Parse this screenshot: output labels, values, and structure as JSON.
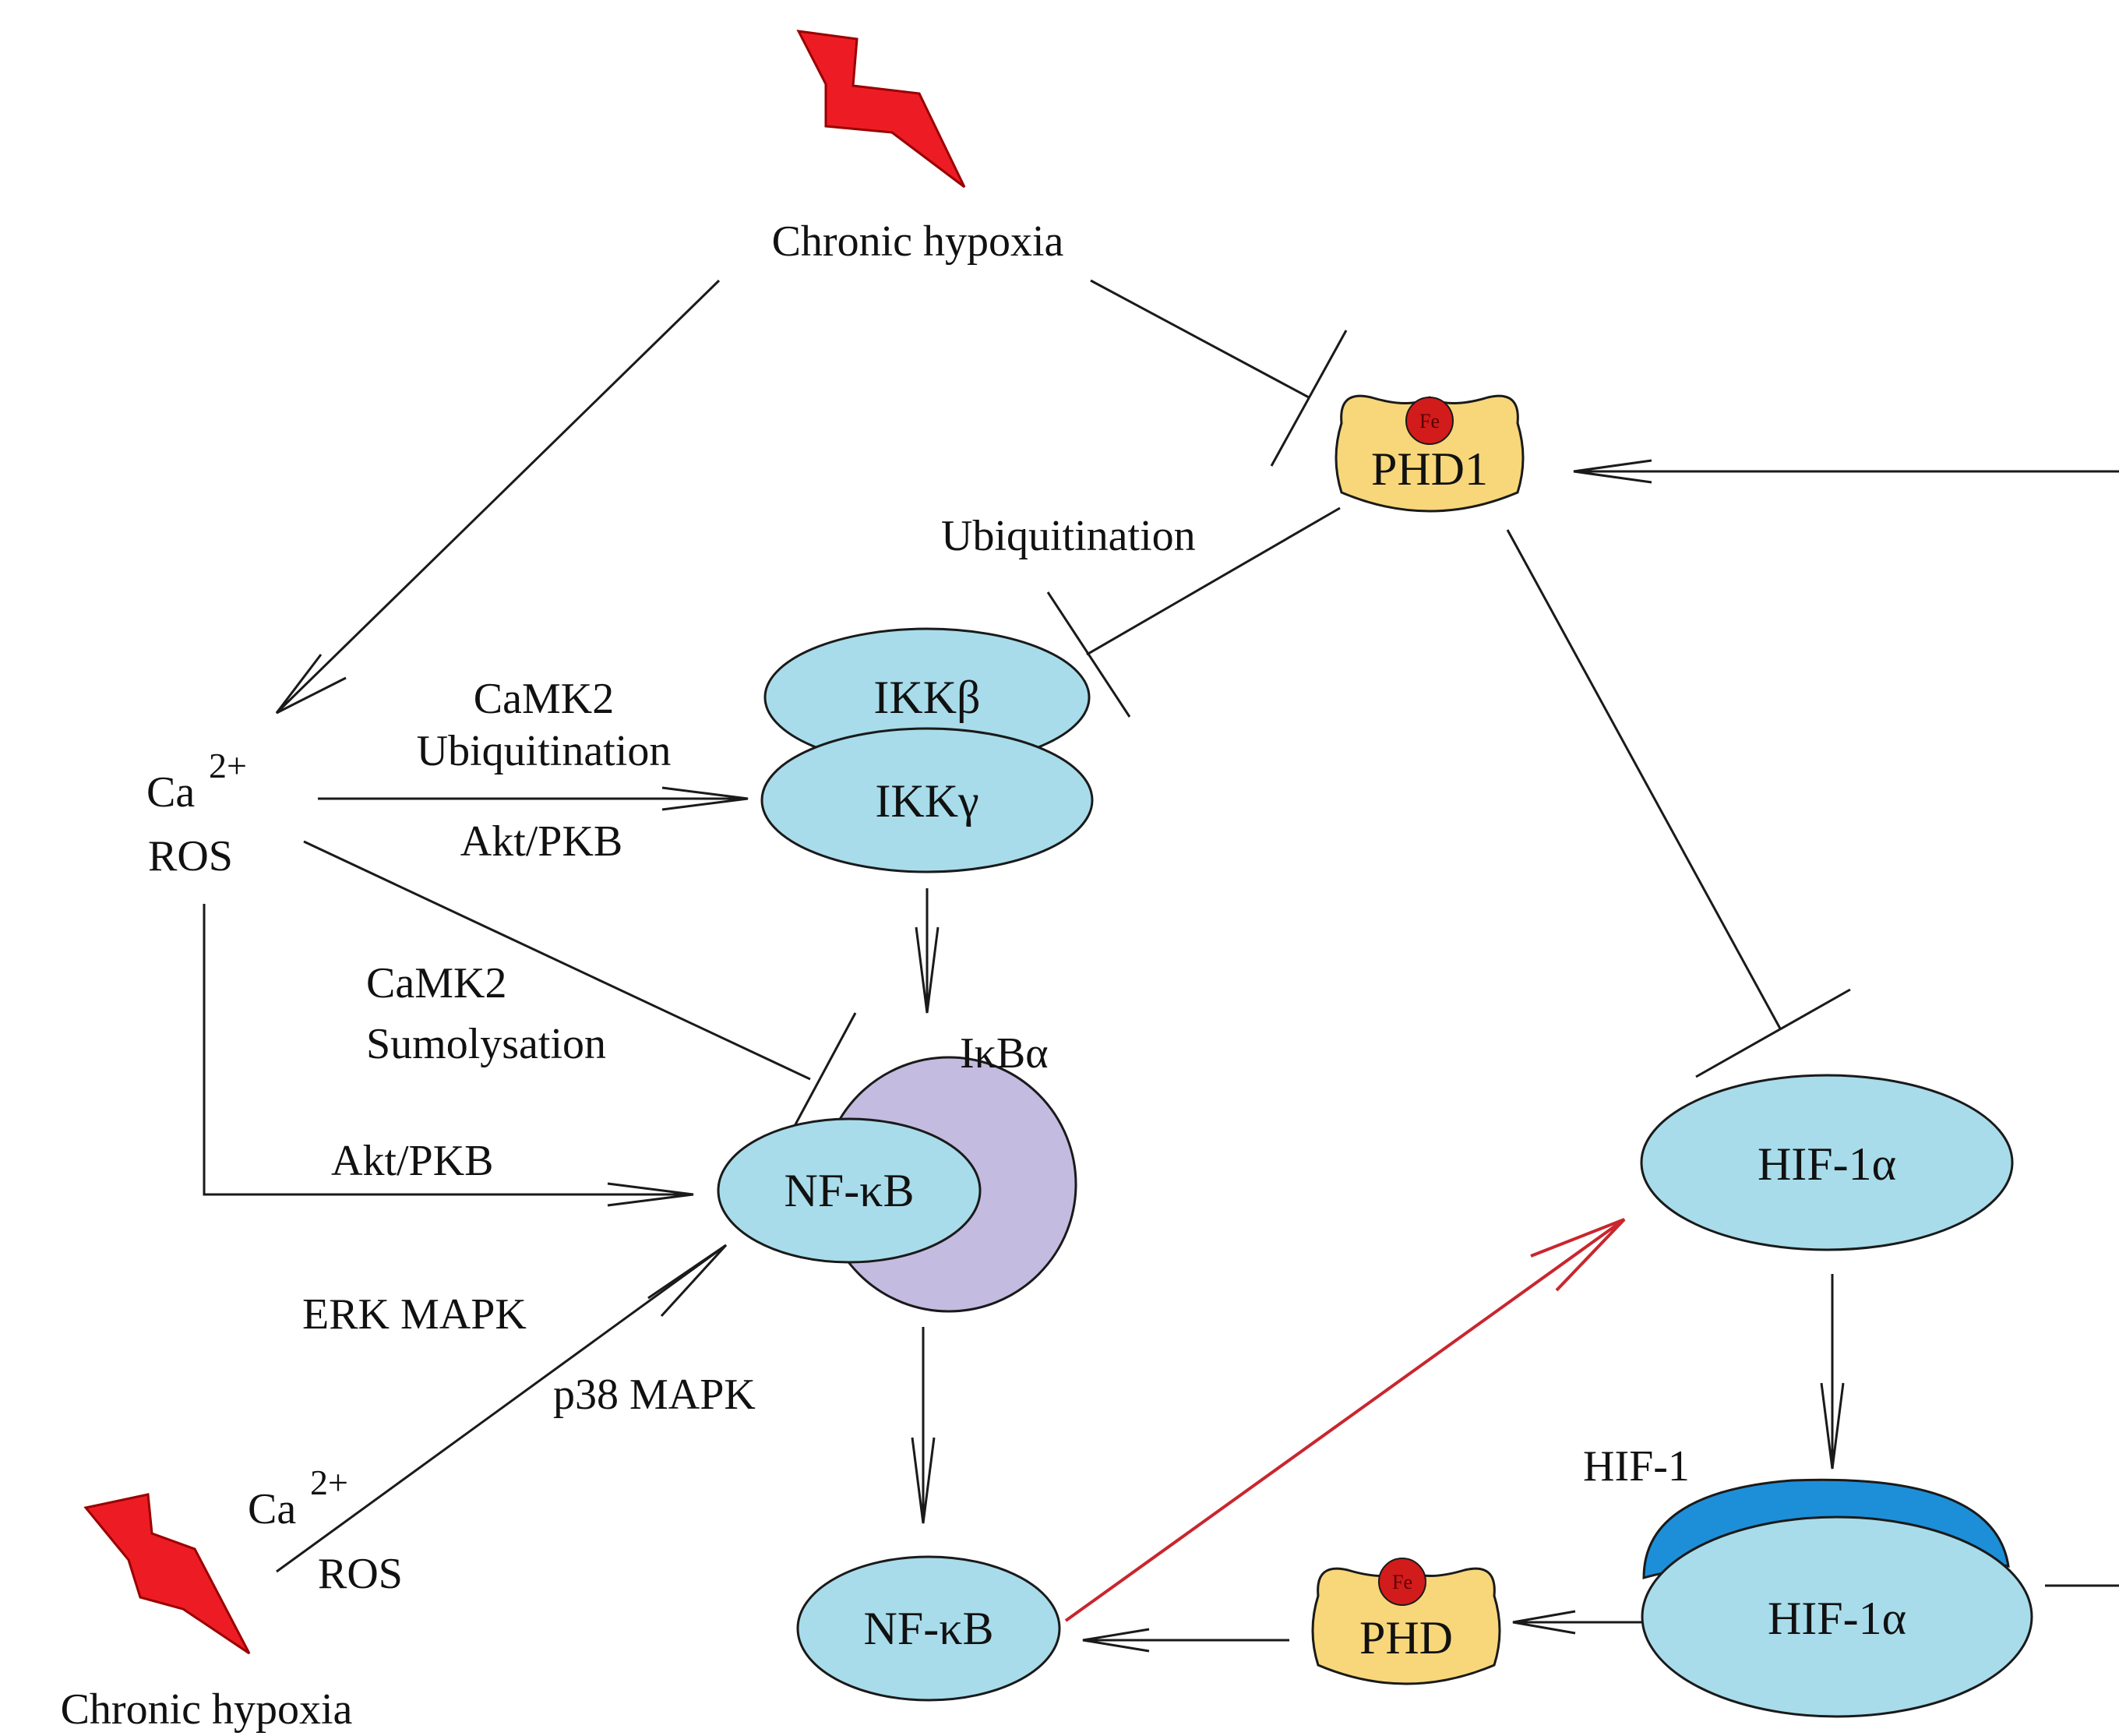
{
  "labels": {
    "chronic_hypoxia_top": "Chronic hypoxia",
    "chronic_hypoxia_bottom": "Chronic hypoxia",
    "ubiquitination_top": "Ubiquitination",
    "camk2_top": "CaMK2",
    "ubiquitination_mid": "Ubiquitination",
    "akt_pkb_top": "Akt/PKB",
    "camk2_mid": "CaMK2",
    "sumolysation": "Sumolysation",
    "akt_pkb_bottom": "Akt/PKB",
    "erk_mapk": "ERK MAPK",
    "p38_mapk": "p38 MAPK",
    "ikba": "IκBα",
    "hif1": "HIF-1"
  },
  "ions_top": {
    "ca": "Ca",
    "charge": "2+",
    "ros": "ROS"
  },
  "ions_bottom": {
    "ca": "Ca",
    "charge": "2+",
    "ros": "ROS"
  },
  "nodes": {
    "phd1": {
      "label": "PHD1",
      "cofactor": "Fe"
    },
    "ikkb": {
      "label": "IKKβ"
    },
    "ikkg": {
      "label": "IKKγ"
    },
    "nfkb_complex": {
      "label": "NF-κB"
    },
    "nfkb_free": {
      "label": "NF-κB"
    },
    "hif1a_top": {
      "label": "HIF-1α"
    },
    "hif1a_complex": {
      "label": "HIF-1α"
    },
    "phd": {
      "label": "PHD",
      "cofactor": "Fe"
    }
  },
  "colors": {
    "protein_fill": "#a8dcea",
    "enzyme_fill": "#f8d77a",
    "iron_fill": "#d21b1b",
    "ikba_fill": "#c4bbe0",
    "hif1_beta_fill": "#1d8fd8",
    "activation_red": "#c9262e",
    "lightning_red": "#ed1c24"
  },
  "icons": [
    "lightning-bolt-icon",
    "lightning-bolt-icon"
  ]
}
